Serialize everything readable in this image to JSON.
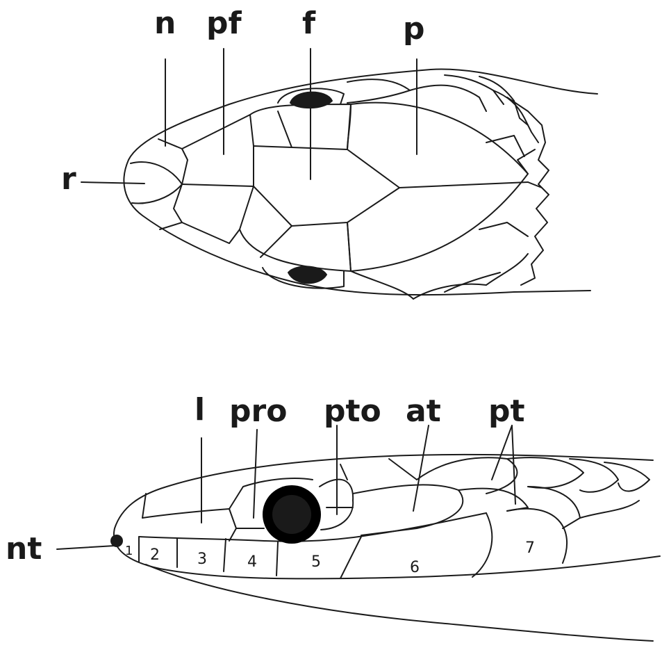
{
  "dorsal_view": {
    "labels": {
      "n": "n",
      "pf": "pf",
      "f": "f",
      "p": "p",
      "r": "r"
    }
  },
  "lateral_view": {
    "labels": {
      "l": "l",
      "pro": "pro",
      "pto": "pto",
      "at": "at",
      "pt": "pt",
      "nt": "nt"
    },
    "labial_numbers": [
      "1",
      "2",
      "3",
      "4",
      "5",
      "6",
      "7"
    ]
  },
  "colors": {
    "ink": "#1a1a1a",
    "background": "#ffffff"
  }
}
